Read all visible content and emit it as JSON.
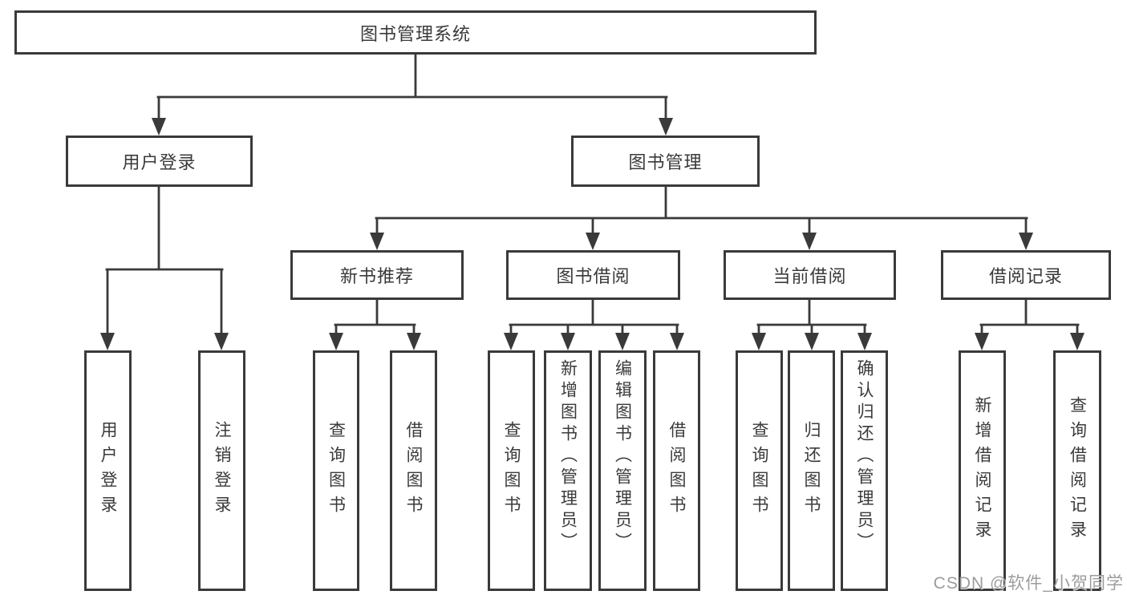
{
  "tree": {
    "label": "图书管理系统",
    "children": [
      {
        "label": "用户登录",
        "children": [
          {
            "label": "用户登录"
          },
          {
            "label": "注销登录"
          }
        ]
      },
      {
        "label": "图书管理",
        "children": [
          {
            "label": "新书推荐",
            "children": [
              {
                "label": "查询图书"
              },
              {
                "label": "借阅图书"
              }
            ]
          },
          {
            "label": "图书借阅",
            "children": [
              {
                "label": "查询图书"
              },
              {
                "label": "新增图书（管理员）"
              },
              {
                "label": "编辑图书（管理员）"
              },
              {
                "label": "借阅图书"
              }
            ]
          },
          {
            "label": "当前借阅",
            "children": [
              {
                "label": "查询图书"
              },
              {
                "label": "归还图书"
              },
              {
                "label": "确认归还（管理员）"
              }
            ]
          },
          {
            "label": "借阅记录",
            "children": [
              {
                "label": "新增借阅记录"
              },
              {
                "label": "查询借阅记录"
              }
            ]
          }
        ]
      }
    ]
  },
  "watermark": {
    "text": "CSDN @软件_小贺同学"
  },
  "colors": {
    "background": "#ffffff",
    "box_fill": "#ffffff",
    "border": "#3a3a3a",
    "line": "#3a3a3a",
    "text": "#3a3a3a",
    "watermark": "#949494"
  }
}
